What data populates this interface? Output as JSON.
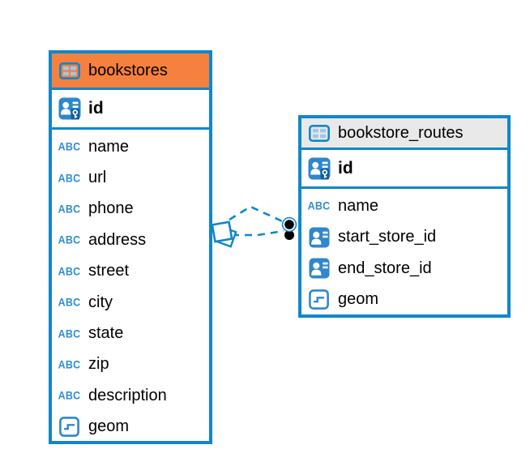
{
  "icons": {
    "text_type_glyph": "ABC"
  },
  "colors": {
    "accent_blue": "#1087CB",
    "bookstores_header": "#F6803D",
    "routes_header": "#E9E9E9",
    "icon_blue": "#2F87CC",
    "marker_dot": "#000000"
  },
  "diagram": {
    "tables": [
      {
        "name": "bookstores",
        "header_style": "orange",
        "primary_key": {
          "name": "id",
          "type": "primary-key"
        },
        "columns": [
          {
            "name": "name",
            "type": "text"
          },
          {
            "name": "url",
            "type": "text"
          },
          {
            "name": "phone",
            "type": "text"
          },
          {
            "name": "address",
            "type": "text"
          },
          {
            "name": "street",
            "type": "text"
          },
          {
            "name": "city",
            "type": "text"
          },
          {
            "name": "state",
            "type": "text"
          },
          {
            "name": "zip",
            "type": "text"
          },
          {
            "name": "description",
            "type": "text"
          },
          {
            "name": "geom",
            "type": "geometry"
          }
        ]
      },
      {
        "name": "bookstore_routes",
        "header_style": "gray",
        "primary_key": {
          "name": "id",
          "type": "primary-key"
        },
        "columns": [
          {
            "name": "name",
            "type": "text"
          },
          {
            "name": "start_store_id",
            "type": "reference"
          },
          {
            "name": "end_store_id",
            "type": "reference"
          },
          {
            "name": "geom",
            "type": "geometry"
          }
        ]
      }
    ],
    "relationship": {
      "from_table": "bookstores",
      "to_table": "bookstore_routes",
      "line_style": "dashed",
      "line_count": 2,
      "source_marker": "diamond",
      "target_marker": "black-dots"
    }
  }
}
